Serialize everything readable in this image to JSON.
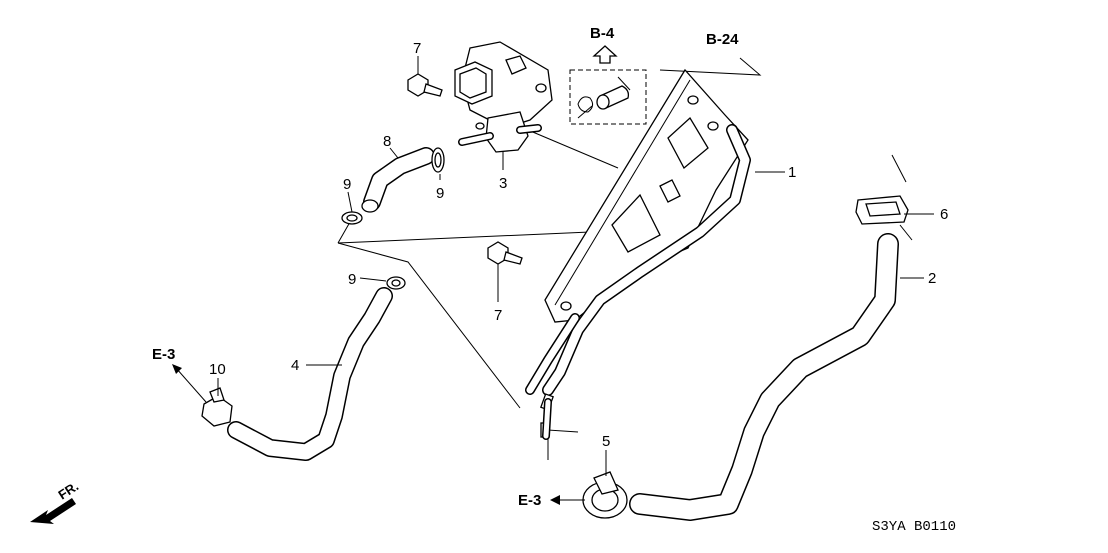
{
  "diagram": {
    "drawing_code": "S3YA B0110",
    "front_indicator": "FR.",
    "references": {
      "b4": "B-4",
      "b24": "B-24",
      "e3_left": "E-3",
      "e3_bottom": "E-3"
    },
    "callouts": {
      "c1": "1",
      "c2": "2",
      "c3": "3",
      "c4": "4",
      "c5": "5",
      "c6": "6",
      "c7_top": "7",
      "c7_mid": "7",
      "c8": "8",
      "c9_left": "9",
      "c9_mid": "9",
      "c9_lower": "9",
      "c10": "10"
    }
  }
}
